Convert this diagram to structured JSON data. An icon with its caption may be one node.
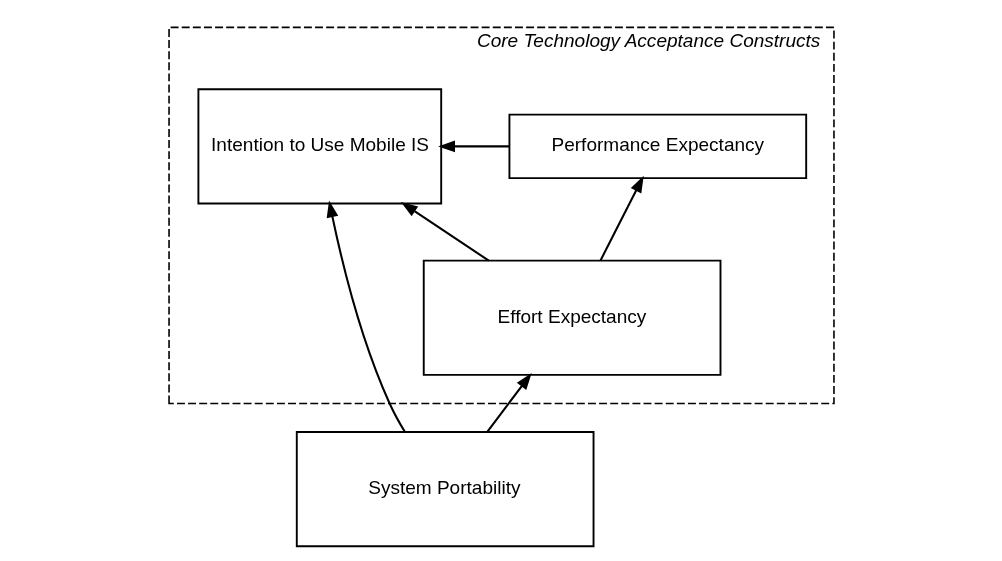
{
  "diagram": {
    "nodes": [
      {
        "text": [
          "Core Technology Acceptance Constructs"
        ]
      },
      {
        "text": [
          "Performance Expectancy"
        ],
        "in": 0
      },
      {
        "text": [
          "Intention to Use Mobile IS"
        ],
        "in": 0
      },
      {
        "text": [
          "Effort Expectancy"
        ],
        "in": 0
      },
      {
        "text": [
          "System Portability"
        ]
      }
    ],
    "edges": [
      {
        "from": 1,
        "to": 2,
        "arrow": "to"
      },
      {
        "from": 3,
        "to": 1,
        "arrow": "to"
      },
      {
        "from": 3,
        "to": 2,
        "arrow": "to"
      },
      {
        "from": 4,
        "to": 3,
        "arrow": "to"
      },
      {
        "from": 4,
        "to": 2,
        "arrow": "to"
      }
    ]
  }
}
